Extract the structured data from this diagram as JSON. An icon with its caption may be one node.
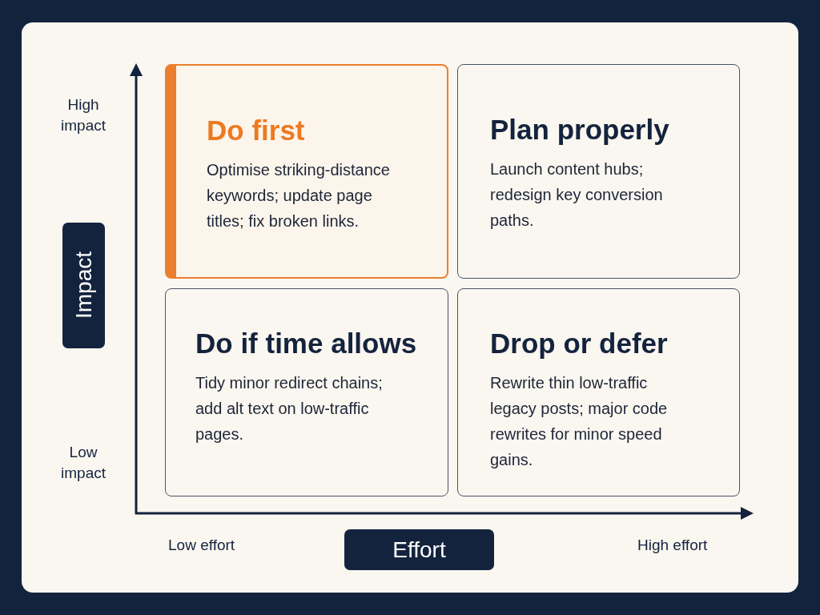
{
  "diagram": {
    "nodes": [
      {
        "text": [
          "Do first",
          "Optimise striking-distance keywords; update page titles; fix broken links."
        ]
      },
      {
        "text": [
          "Plan properly",
          "Launch content hubs; redesign key conversion paths."
        ]
      },
      {
        "text": [
          "Impact"
        ]
      },
      {
        "text": [
          "Do if time allows",
          "Tidy minor redirect chains; add alt text on low-traffic pages."
        ]
      },
      {
        "text": [
          "Drop or defer",
          "Rewrite thin low-traffic legacy posts; major code rewrites for minor speed gains."
        ]
      },
      {
        "text": [
          "Effort"
        ]
      }
    ],
    "edges": [],
    "labels": [
      "High impact",
      "Low impact",
      "Low effort",
      "High effort"
    ]
  }
}
